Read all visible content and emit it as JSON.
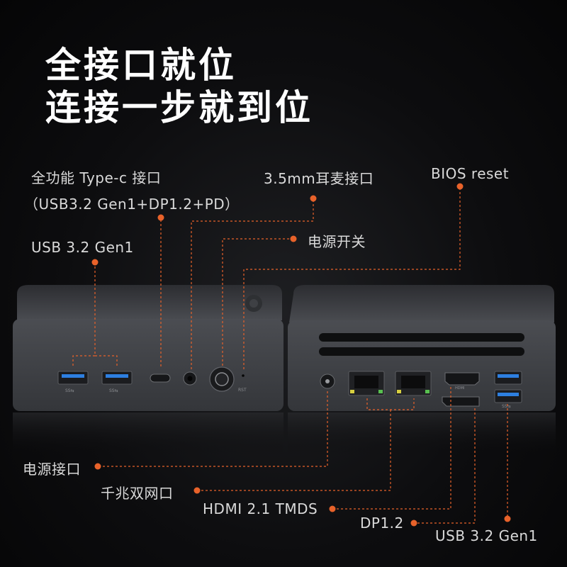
{
  "headline": {
    "line1": "全接口就位",
    "line2": "连接一步就到位"
  },
  "front_labels": {
    "typec_line1": "全功能 Type-c 接口",
    "typec_line2": "（USB3.2 Gen1+DP1.2+PD）",
    "audio": "3.5mm耳麦接口",
    "bios": "BIOS reset",
    "power_switch": "电源开关",
    "usb_front": "USB 3.2 Gen1"
  },
  "back_labels": {
    "power_port": "电源接口",
    "lan": "千兆双网口",
    "hdmi": "HDMI 2.1 TMDS",
    "dp": "DP1.2",
    "usb_back": "USB 3.2 Gen1"
  },
  "device_markings": {
    "usb_a": "SS⇆",
    "rst": "RST",
    "hdmi": "HDMI"
  },
  "colors": {
    "accent": "#e8622a",
    "device": "#3a3c40"
  }
}
